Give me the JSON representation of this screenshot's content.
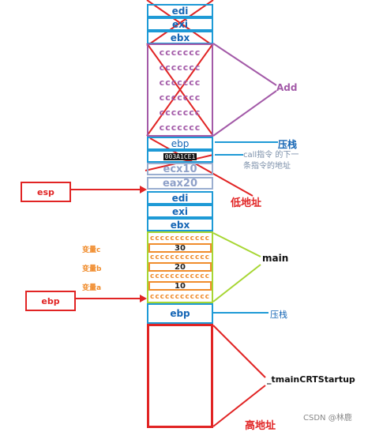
{
  "stack_top": {
    "edi": "edi",
    "esi": "exi",
    "ebx": "ebx"
  },
  "add_region": {
    "fill": [
      "ccccccc",
      "ccccccc",
      "ccccccc",
      "ccccccc",
      "ccccccc",
      "ccccccc"
    ],
    "label": "Add"
  },
  "add_frame": {
    "ebp": "ebp",
    "return_addr": "003A1CE1",
    "ecx": "ecx10",
    "eax": "eax20",
    "edi": "edi",
    "esi": "exi",
    "ebx": "ebx"
  },
  "push_label_1": "压栈",
  "call_note": {
    "line1": "call指令 的下一",
    "line2": "条指令的地址"
  },
  "esp_label": "esp",
  "low_address": "低地址",
  "main_region": {
    "label": "main",
    "fill_1": "cccccccccccc",
    "var_c_label": "变量c",
    "var_c_value": "30",
    "fill_2": "cccccccccccc",
    "var_b_label": "变量b",
    "var_b_value": "20",
    "fill_3": "cccccccccccc",
    "var_a_label": "变量a",
    "var_a_value": "10",
    "fill_4": "cccccccccccc",
    "ebp": "ebp"
  },
  "ebp_label": "ebp",
  "push_label_2": "压栈",
  "startup_label": "_tmainCRTStartup",
  "high_address": "高地址",
  "watermark": "CSDN @林鹿",
  "colors": {
    "blue": "#1e9ad6",
    "red": "#e12424",
    "purple": "#a35aa8",
    "orange": "#f08c2c",
    "green": "#a7d633"
  }
}
